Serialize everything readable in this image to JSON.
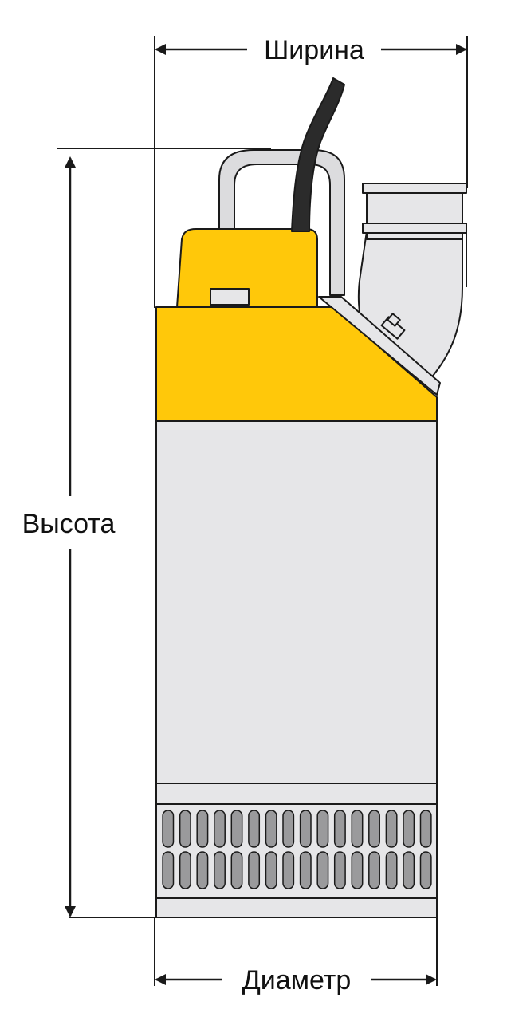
{
  "labels": {
    "width": "Ширина",
    "height": "Высота",
    "diameter": "Диаметр"
  },
  "colors": {
    "outline": "#1a1a1a",
    "body_grey": "#e6e6e8",
    "top_yellow": "#ffc80a",
    "cable_black": "#2b2b2b",
    "slot_grey": "#9a9a9c",
    "handle_grey": "#dcdcde",
    "background": "#ffffff"
  },
  "grille": {
    "rows": 2,
    "slots_per_row": 16
  }
}
